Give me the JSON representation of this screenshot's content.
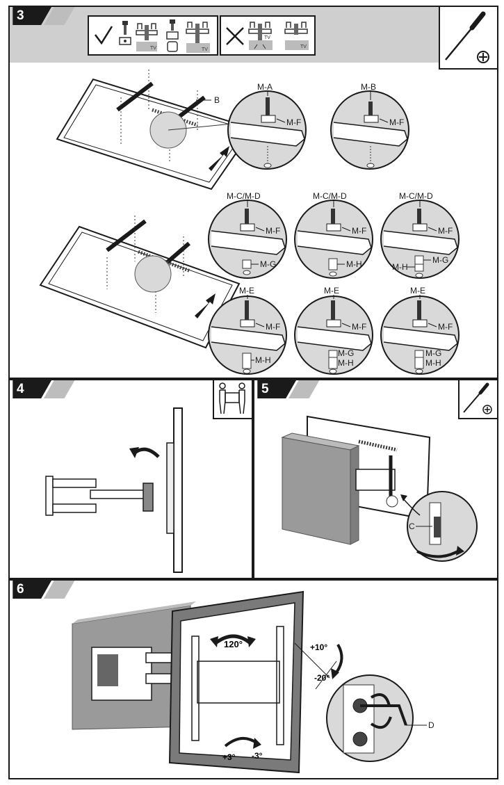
{
  "steps": [
    {
      "number": "3"
    },
    {
      "number": "4"
    },
    {
      "number": "5"
    },
    {
      "number": "6"
    }
  ],
  "step3": {
    "screw_spacer_hint_labels": [
      "TV",
      "TV"
    ],
    "wrong_hint_labels": [
      "TV",
      "TV"
    ],
    "bracket_label": "B",
    "detail_top": [
      {
        "screw": "M-A",
        "washer": "M-F"
      },
      {
        "screw": "M-B",
        "washer": "M-F"
      }
    ],
    "detail_mid": [
      {
        "screw": "M-C/M-D",
        "washer": "M-F",
        "spacers": [
          "M-G"
        ]
      },
      {
        "screw": "M-C/M-D",
        "washer": "M-F",
        "spacers": [
          "M-H"
        ]
      },
      {
        "screw": "M-C/M-D",
        "washer": "M-F",
        "spacers": [
          "M-H",
          "M-G"
        ]
      }
    ],
    "detail_bot": [
      {
        "screw": "M-E",
        "washer": "M-F",
        "spacers": [
          "M-H"
        ]
      },
      {
        "screw": "M-E",
        "washer": "M-F",
        "spacers": [
          "M-G",
          "M-H"
        ]
      },
      {
        "screw": "M-E",
        "washer": "M-F",
        "spacers": [
          "M-G",
          "M-H"
        ]
      }
    ]
  },
  "step5": {
    "callout": "C"
  },
  "step6": {
    "swivel": "120°",
    "tilt_up": "+10°",
    "tilt_down": "-20°",
    "level_plus": "+3°",
    "level_minus": "-3°",
    "tool_label": "D"
  },
  "colors": {
    "badge": "#1a1a1a",
    "badge_slant": "#bdbdbd",
    "header_band": "#cfcfcf",
    "wall": "#9a9a9a",
    "tv_frame": "#7a7a7a",
    "detail_circle": "#d9d9d9"
  },
  "icons": [
    "check-icon",
    "cross-icon",
    "screwdriver-icon",
    "two-person-icon",
    "rotate-arrow-icon"
  ]
}
